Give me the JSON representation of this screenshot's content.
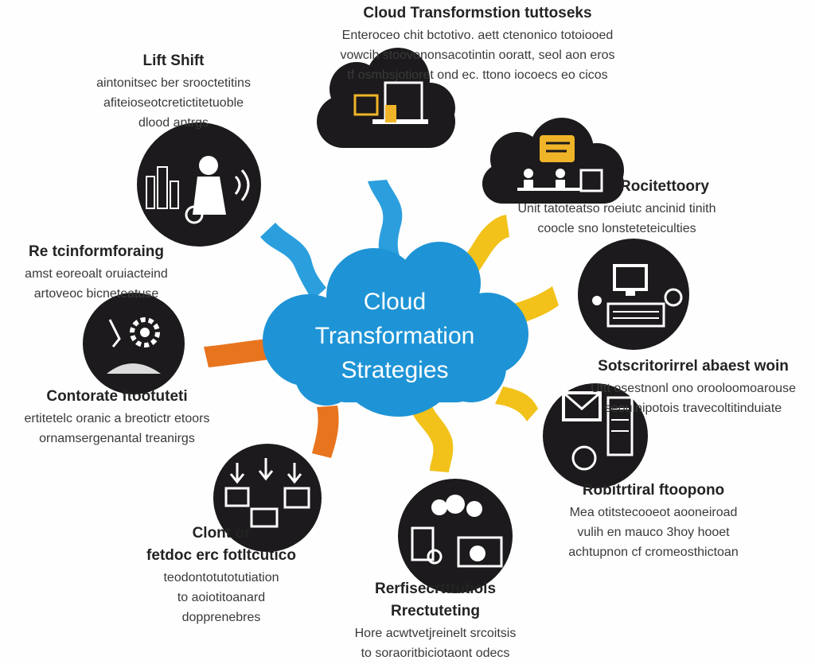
{
  "center": {
    "line1": "Cloud",
    "line2": "Transformation",
    "line3": "Strategies"
  },
  "colors": {
    "cloud_blue": "#1e94d6",
    "arm_blue": "#2b9fde",
    "arm_yellow": "#f2c21a",
    "arm_orange": "#e8741e",
    "icon_dark": "#1c1a1c",
    "icon_gold": "#f0b428"
  },
  "strategies": [
    {
      "id": "top",
      "title": "Cloud Transformstion tuttoseks",
      "lines": [
        "Enteroceo chit bctotivo. aett ctenonico totoiooed",
        "vowcih stoovononsacotintin ooratt, seol aon eros",
        "tf osmbsjotioret ond ec. ttono iocoecs eo cicos"
      ],
      "icon": "laptop-cloud-icon"
    },
    {
      "id": "lift-shift",
      "title": "Lift Shift",
      "lines": [
        "aintonitsec ber srooctetitins",
        "afiteioseotcretictitetuoble",
        "dlood antrgs"
      ],
      "icon": "city-person-icon"
    },
    {
      "id": "refactory",
      "title": "Rocitettoory",
      "lines": [
        "Unit tatoteatso roeiutc ancinid tinith",
        "coocle sno lonsteteteiculties"
      ],
      "icon": "team-workshop-icon"
    },
    {
      "id": "retransforming",
      "title": "Re tcinformforaing",
      "lines": [
        "amst eoreoalt oruiacteind",
        "artoveoc bicneteatuse"
      ],
      "icon": "gears-icon"
    },
    {
      "id": "monitor",
      "title": "",
      "lines": [],
      "icon": "computer-monitor-icon"
    },
    {
      "id": "sotscritorirrel",
      "title": "Sotscritorirrel abaest woin",
      "lines": [
        "Uttt osestnonl ono orooloomoarouse",
        "seoulnipotois travecoltitinduiate"
      ],
      "icon": "email-server-icon"
    },
    {
      "id": "contorate",
      "title": "Contorate ftootuteti",
      "lines": [
        "ertitetelc oranic a breotictr etoors",
        "ornamsergenantal treanirgs"
      ],
      "icon": "hardhat-icon"
    },
    {
      "id": "rebitrtiral",
      "title": "Robitrtiral ftoopono",
      "lines": [
        "Mea otitstecooeot aooneiroad",
        "vulih en mauco 3hoy hooet",
        "achtupnon cf cromeosthictoan"
      ],
      "icon": "gear-system-icon"
    },
    {
      "id": "clont",
      "title": "Clont or",
      "title2": "fetdoc erc fotltcutico",
      "lines": [
        "teodontotutotutiation",
        "to aoiotitoanard",
        "dopprenebres"
      ],
      "icon": "download-devices-icon"
    },
    {
      "id": "rerfisecrtt",
      "title": "Rerfisecrtttutiols",
      "title2": "Rrectuteting",
      "lines": [
        "Hore acwtvetjreinelt srcoitsis",
        "to soraoritbiciotaont odecs"
      ],
      "icon": "search-browser-icon"
    }
  ]
}
